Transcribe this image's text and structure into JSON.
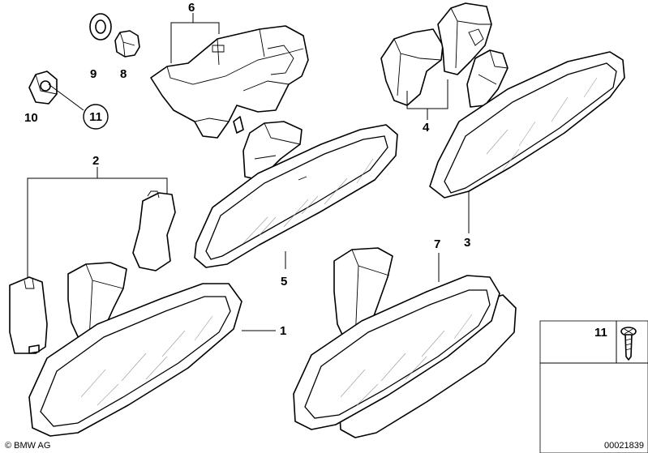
{
  "callouts": {
    "c1": "1",
    "c2": "2",
    "c3": "3",
    "c4": "4",
    "c5": "5",
    "c6": "6",
    "c7": "7",
    "c8": "8",
    "c9": "9",
    "c10": "10",
    "c11_circled": "11",
    "c11_inset": "11"
  },
  "footer": {
    "copyright": "© BMW AG",
    "diagram_number": "00021839"
  }
}
